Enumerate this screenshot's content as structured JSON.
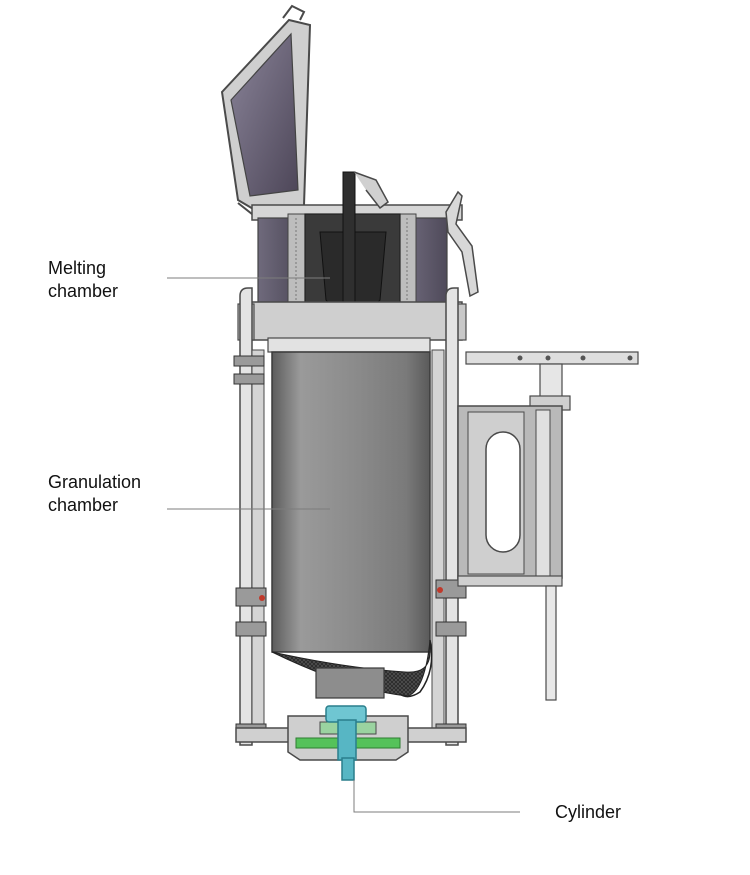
{
  "labels": {
    "melting": {
      "line1": "Melting",
      "line2": "chamber"
    },
    "granulation": {
      "line1": "Granulation",
      "line2": "chamber"
    },
    "cylinder": {
      "text": "Cylinder"
    }
  },
  "colors": {
    "frame": "#dcdcdc",
    "frame_outline": "#555555",
    "lid_glass": "#6b6577",
    "chamber_dark": "#3a3a3a",
    "granulation_body": "#8e8e8e",
    "cylinder_accent": "#57b6c4",
    "base_green": "#55c25a",
    "leader_line": "#7c7c7c"
  }
}
